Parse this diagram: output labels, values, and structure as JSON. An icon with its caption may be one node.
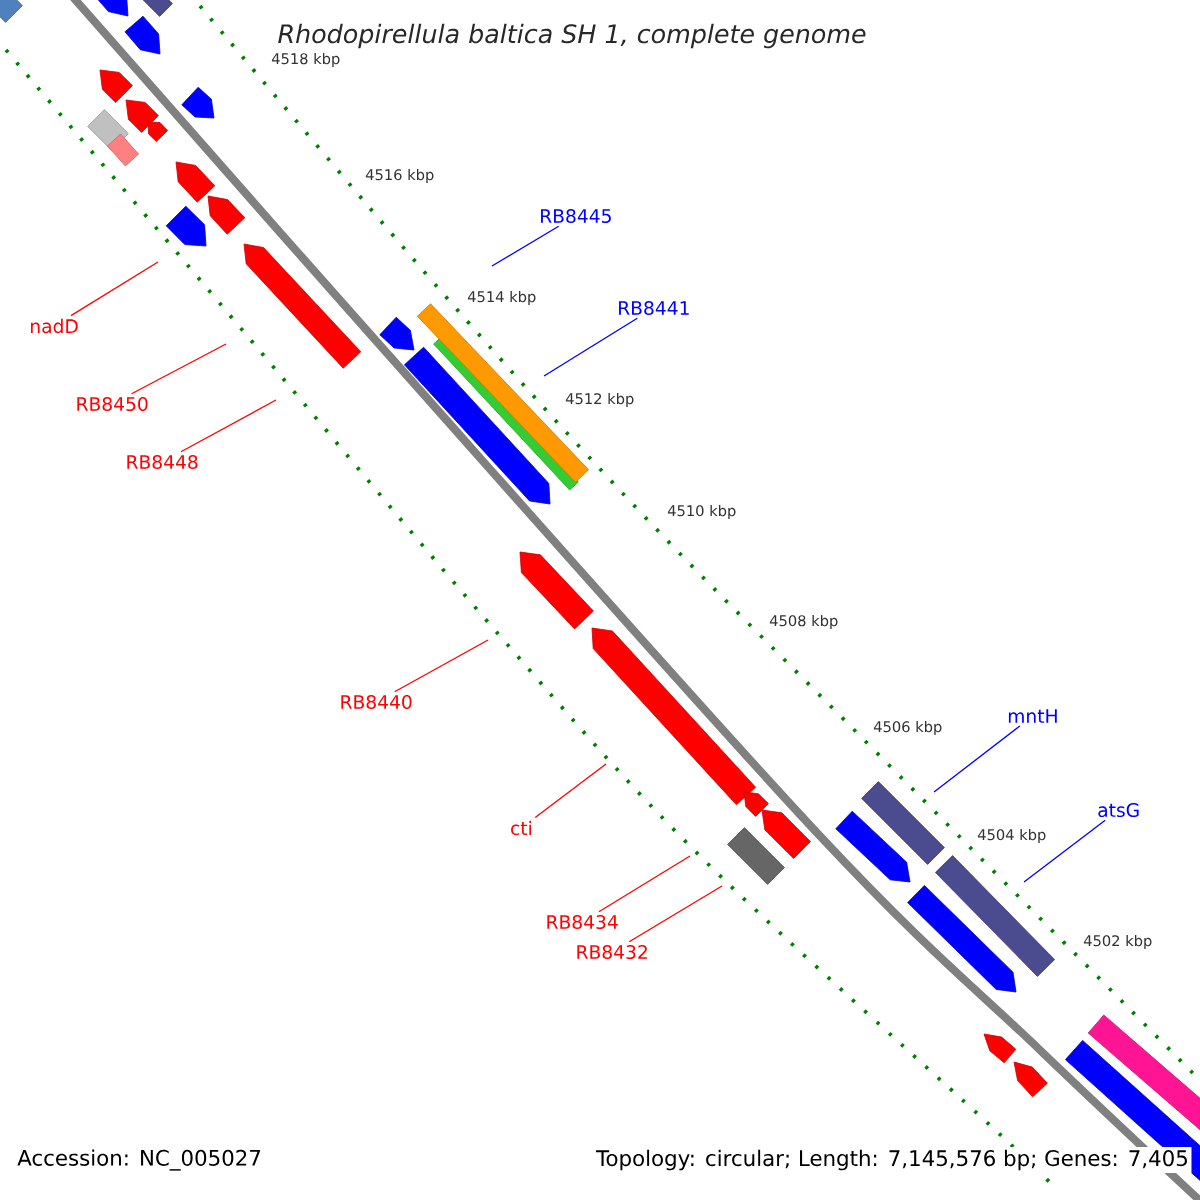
{
  "diagram": {
    "title": "Rhodopirellula baltica SH 1, complete genome",
    "nodes": [
      {
        "text": [
          "nadD"
        ]
      },
      {
        "text": [
          "RB8450"
        ]
      },
      {
        "text": [
          "RB8448"
        ]
      },
      {
        "text": [
          "RB8445"
        ]
      },
      {
        "text": [
          "RB8441"
        ]
      },
      {
        "text": [
          "RB8440"
        ]
      },
      {
        "text": [
          "cti"
        ]
      },
      {
        "text": [
          "RB8434"
        ]
      },
      {
        "text": [
          "RB8432"
        ]
      },
      {
        "text": [
          "mntH"
        ]
      },
      {
        "text": [
          "atsG"
        ]
      }
    ],
    "edges": [
      {
        "from": 0,
        "to": null,
        "arrow": "none"
      },
      {
        "from": 1,
        "to": null,
        "arrow": "none"
      },
      {
        "from": 2,
        "to": null,
        "arrow": "none"
      },
      {
        "from": 3,
        "to": null,
        "arrow": "none",
        "color": "#0000ff"
      },
      {
        "from": 4,
        "to": null,
        "arrow": "none",
        "color": "#0000ff"
      },
      {
        "from": 5,
        "to": null,
        "arrow": "none"
      },
      {
        "from": 6,
        "to": null,
        "arrow": "none"
      },
      {
        "from": 7,
        "to": null,
        "arrow": "none"
      },
      {
        "from": 8,
        "to": null,
        "arrow": "none"
      },
      {
        "from": 9,
        "to": null,
        "arrow": "none",
        "color": "#0000ff"
      },
      {
        "from": 10,
        "to": null,
        "arrow": "none",
        "color": "#0000ff"
      }
    ],
    "labels": [
      "4518 kbp",
      "4516 kbp",
      "4514 kbp",
      "4512 kbp",
      "4510 kbp",
      "4508 kbp",
      "4506 kbp",
      "4504 kbp",
      "4502 kbp",
      "Accession: NC_005027",
      "Topology: circular; Length: 7,145,576 bp; Genes: 7,405"
    ]
  }
}
